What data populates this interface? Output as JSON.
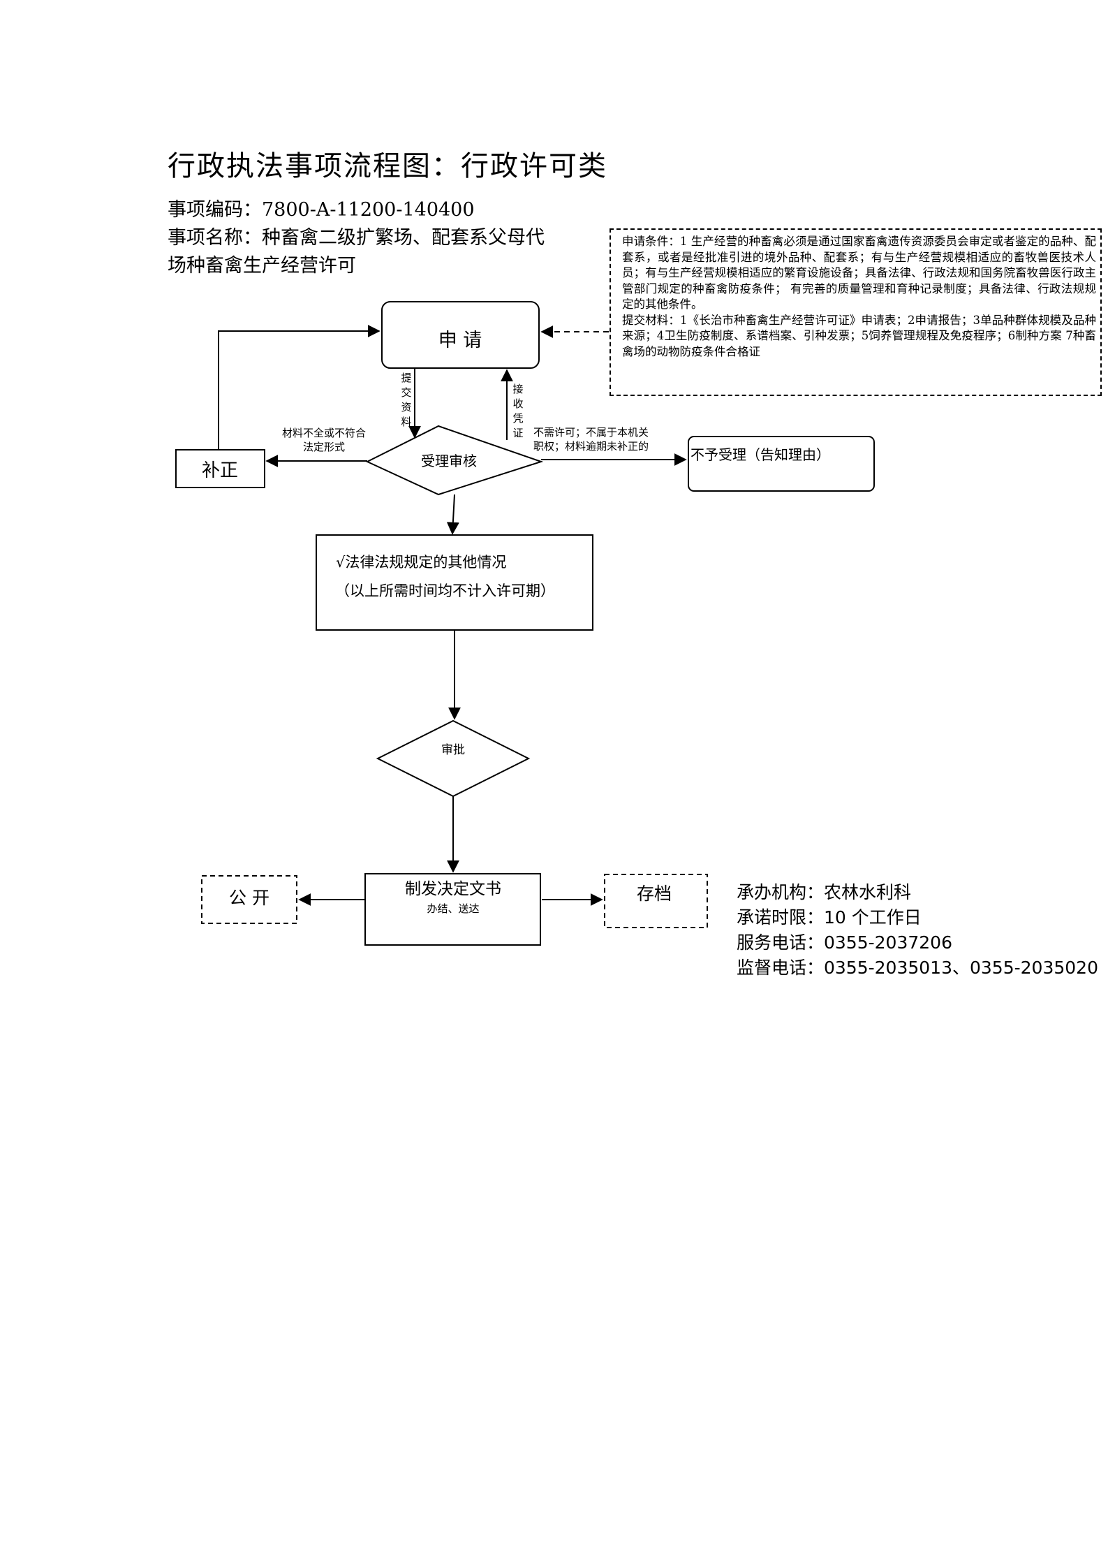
{
  "header": {
    "title": "行政执法事项流程图：行政许可类",
    "item_code_label": "事项编码：",
    "item_code": "7800-A-11200-140400",
    "item_name_label": "事项名称：",
    "item_name_line1": "种畜禽二级扩繁场、配套系父母代",
    "item_name_line2": "场种畜禽生产经营许可"
  },
  "notes": {
    "conditions": "申请条件：1 生产经营的种畜禽必须是通过国家畜禽遗传资源委员会审定或者鉴定的品种、配套系，或者是经批准引进的境外品种、配套系；有与生产经营规模相适应的畜牧兽医技术人员；有与生产经营规模相适应的繁育设施设备；具备法律、行政法规和国务院畜牧兽医行政主管部门规定的种畜禽防疫条件； 有完善的质量管理和育种记录制度；具备法律、行政法规规定的其他条件。",
    "materials": "提交材料：1《长治市种畜禽生产经营许可证》申请表；2申请报告；3单品种群体规模及品种来源；4卫生防疫制度、系谱档案、引种发票；5饲养管理规程及免疫程序；6制种方案 7种畜禽场的动物防疫条件合格证"
  },
  "flow": {
    "apply": "申 请",
    "submit_materials": [
      "提",
      "交",
      "资",
      "料"
    ],
    "receive_receipt": [
      "接",
      "收",
      "凭",
      "证"
    ],
    "review": "受理审核",
    "correction": "补正",
    "incomplete_line1": "材料不全或不符合",
    "incomplete_line2": "法定形式",
    "no_permit_line1": "不需许可；不属于本机关",
    "no_permit_line2": "职权；材料逾期未补正的",
    "reject": "不予受理（告知理由）",
    "other_line1": "√法律法规规定的其他情况",
    "other_line2": "（以上所需时间均不计入许可期）",
    "approve": "审批",
    "issue_doc": "制发决定文书",
    "issue_sub": "办结、送达",
    "publish": "公 开",
    "archive": "存档"
  },
  "footer": {
    "agency": "承办机构：农林水利科",
    "time_limit": "承诺时限：10 个工作日",
    "service_phone": "服务电话：0355-2037206",
    "supervise_phone": "监督电话：0355-2035013、0355-2035020"
  }
}
